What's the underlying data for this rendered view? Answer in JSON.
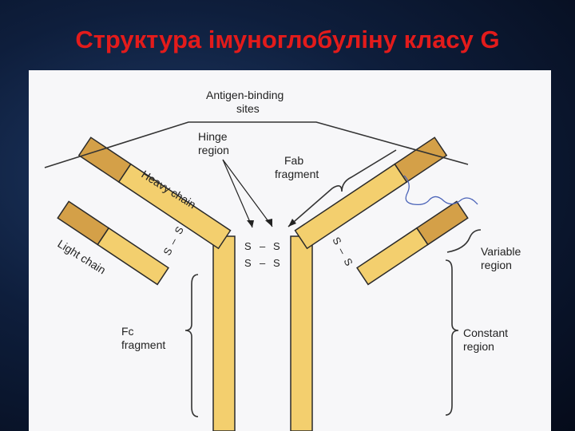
{
  "title": "Структура імуноглобуліну класу G",
  "labels": {
    "antigen_binding": [
      "Antigen-binding",
      "sites"
    ],
    "hinge": [
      "Hinge",
      "region"
    ],
    "fab": [
      "Fab",
      "fragment"
    ],
    "heavy_chain": "Heavy chain",
    "light_chain": "Light chain",
    "variable": [
      "Variable",
      "region"
    ],
    "constant": [
      "Constant",
      "region"
    ],
    "fc": [
      "Fc",
      "fragment"
    ],
    "disulfide": "S",
    "disulfide_dash": "–"
  },
  "colors": {
    "title": "#e31b1b",
    "constant_region": "#f3cf6e",
    "variable_region": "#d4a048",
    "outline": "#2a2a2a",
    "background": "#0e1e3c"
  }
}
